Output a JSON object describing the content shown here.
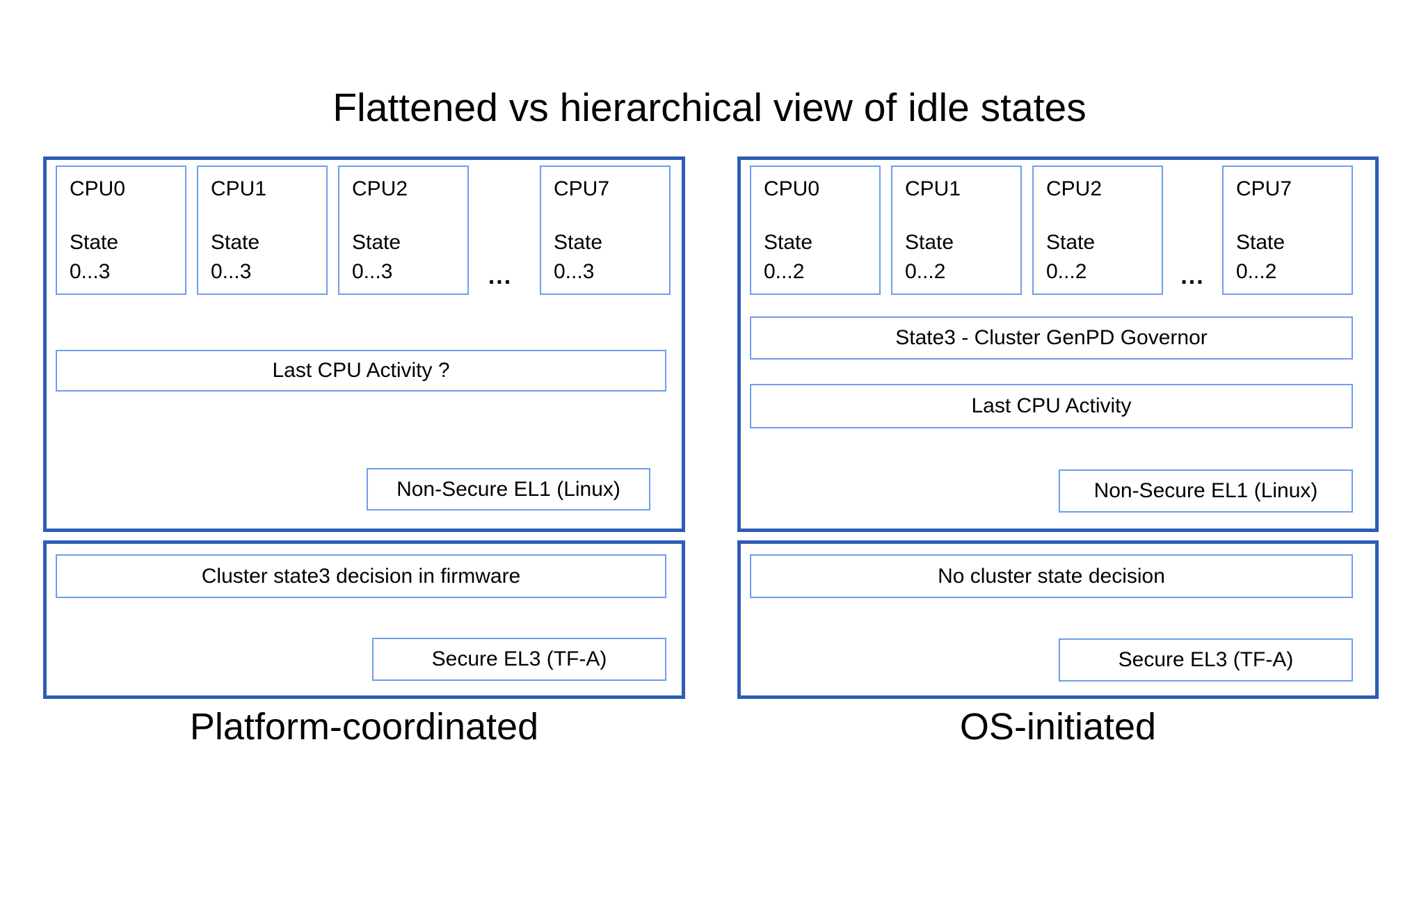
{
  "title": "Flattened vs hierarchical view of idle states",
  "colors": {
    "panel_border": "#2e5db4",
    "box_border": "#6d9eeb",
    "text": "#000000",
    "background": "#ffffff"
  },
  "left_panel": {
    "caption": "Platform-coordinated",
    "ellipsis": "...",
    "cpus": [
      {
        "name": "CPU0",
        "state_label": "State",
        "state_range": "0...3"
      },
      {
        "name": "CPU1",
        "state_label": "State",
        "state_range": "0...3"
      },
      {
        "name": "CPU2",
        "state_label": "State",
        "state_range": "0...3"
      },
      {
        "name": "CPU7",
        "state_label": "State",
        "state_range": "0...3"
      }
    ],
    "last_cpu_activity": "Last CPU Activity ?",
    "non_secure_el1": "Non-Secure EL1 (Linux)",
    "cluster_decision": "Cluster state3 decision in firmware",
    "secure_el3": "Secure EL3 (TF-A)"
  },
  "right_panel": {
    "caption": "OS-initiated",
    "ellipsis": "...",
    "cpus": [
      {
        "name": "CPU0",
        "state_label": "State",
        "state_range": "0...2"
      },
      {
        "name": "CPU1",
        "state_label": "State",
        "state_range": "0...2"
      },
      {
        "name": "CPU2",
        "state_label": "State",
        "state_range": "0...2"
      },
      {
        "name": "CPU7",
        "state_label": "State",
        "state_range": "0...2"
      }
    ],
    "genpd_governor": "State3 - Cluster GenPD Governor",
    "last_cpu_activity": "Last CPU Activity",
    "non_secure_el1": "Non-Secure EL1 (Linux)",
    "cluster_decision": "No cluster state decision",
    "secure_el3": "Secure EL3 (TF-A)"
  }
}
